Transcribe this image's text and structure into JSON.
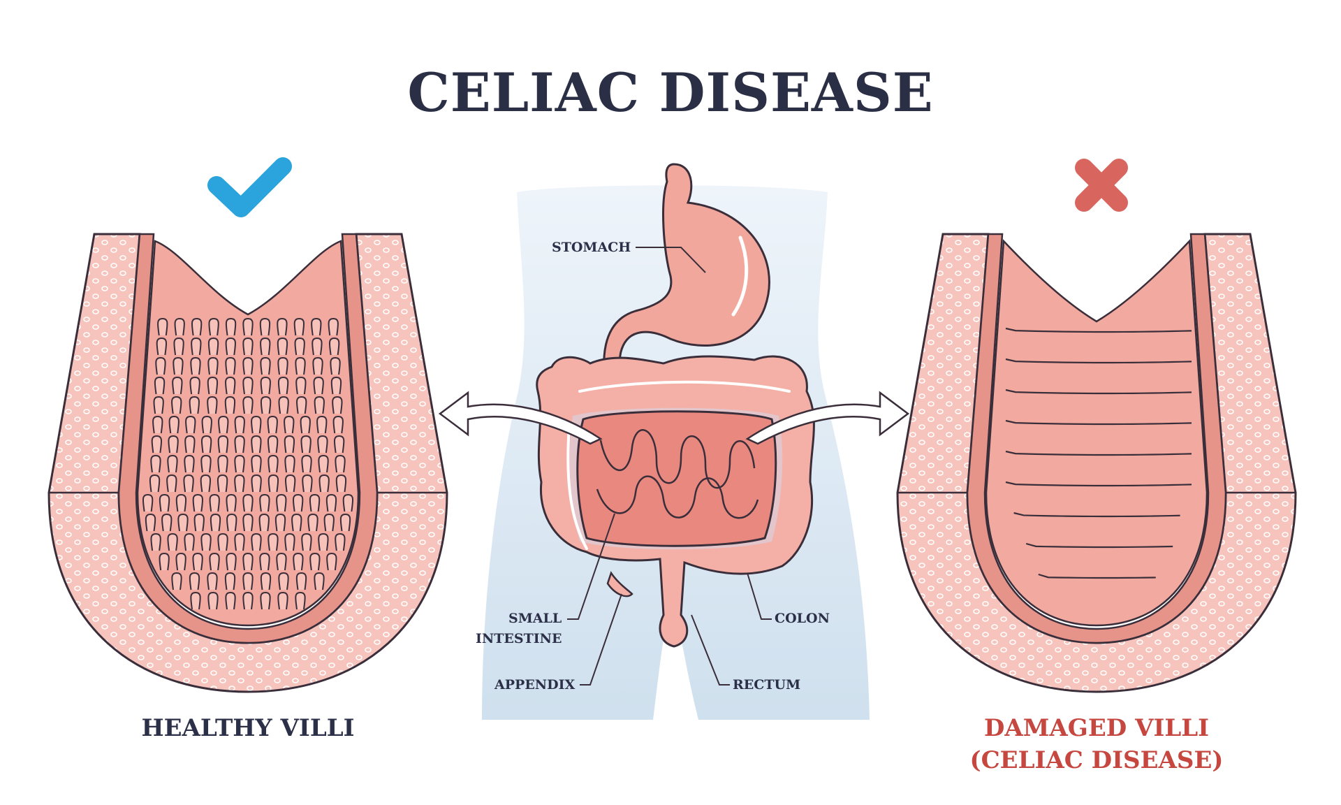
{
  "title": "CELIAC DISEASE",
  "labels": {
    "stomach": "STOMACH",
    "small_intestine_1": "SMALL",
    "small_intestine_2": "INTESTINE",
    "appendix": "APPENDIX",
    "colon": "COLON",
    "rectum": "RECTUM"
  },
  "captions": {
    "healthy": "HEALTHY VILLI",
    "damaged_1": "DAMAGED VILLI",
    "damaged_2": "(CELIAC DISEASE)"
  },
  "icons": {
    "healthy": "checkmark-icon",
    "damaged": "x-mark-icon"
  },
  "colors": {
    "title": "#2b2f45",
    "checkmark": "#2ba3dc",
    "x_mark": "#d9665e",
    "tissue": "#f4b7ae",
    "tissue_dark": "#e48b82",
    "outline": "#3a2e3a",
    "body_silhouette": "#dfeaf3",
    "damaged_caption": "#c5473f"
  }
}
